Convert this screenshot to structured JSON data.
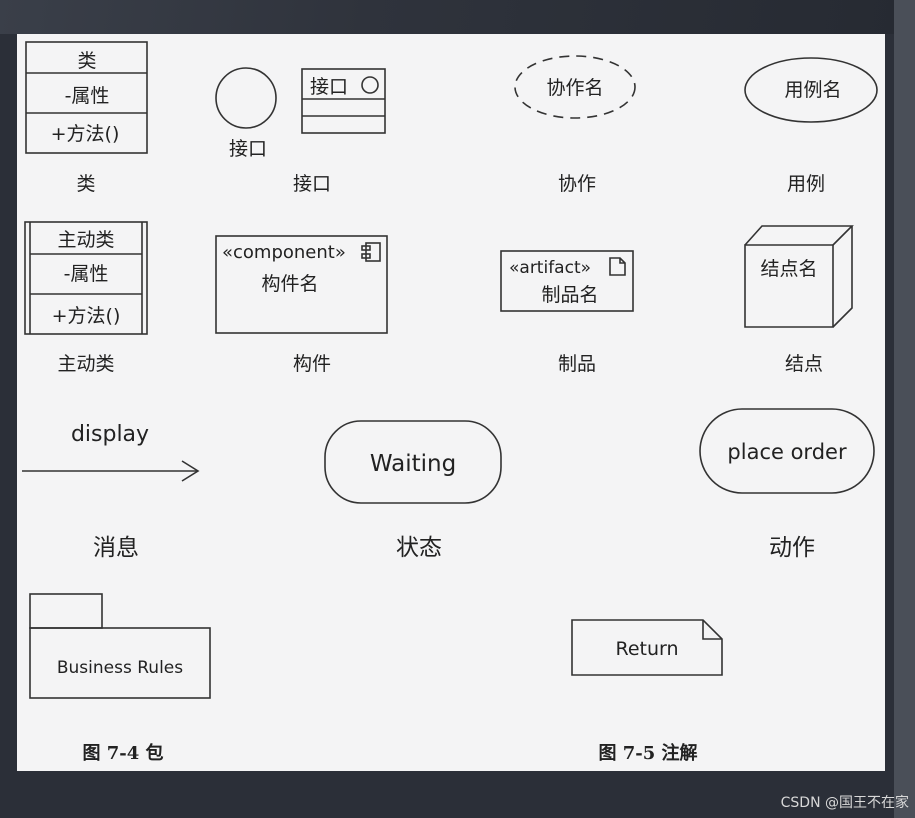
{
  "row1": {
    "class": {
      "name": "类",
      "attr": "-属性",
      "method": "+方法()",
      "caption": "类"
    },
    "interface": {
      "circle_label": "接口",
      "box_title": "接口",
      "caption": "接口"
    },
    "collaboration": {
      "name": "协作名",
      "caption": "协作"
    },
    "usecase": {
      "name": "用例名",
      "caption": "用例"
    }
  },
  "row2": {
    "active_class": {
      "name": "主动类",
      "attr": "-属性",
      "method": "+方法()",
      "caption": "主动类"
    },
    "component": {
      "stereotype": "«component»",
      "name": "构件名",
      "caption": "构件"
    },
    "artifact": {
      "stereotype": "«artifact»",
      "name": "制品名",
      "caption": "制品"
    },
    "node": {
      "name": "结点名",
      "caption": "结点"
    }
  },
  "row3": {
    "message": {
      "label": "display",
      "caption": "消息"
    },
    "state": {
      "label": "Waiting",
      "caption": "状态"
    },
    "action": {
      "label": "place order",
      "caption": "动作"
    }
  },
  "row4": {
    "package": {
      "label": "Business Rules",
      "caption": "图 7-4 包"
    },
    "note": {
      "label": "Return",
      "caption": "图 7-5 注解"
    }
  },
  "watermark": "CSDN @国王不在家"
}
